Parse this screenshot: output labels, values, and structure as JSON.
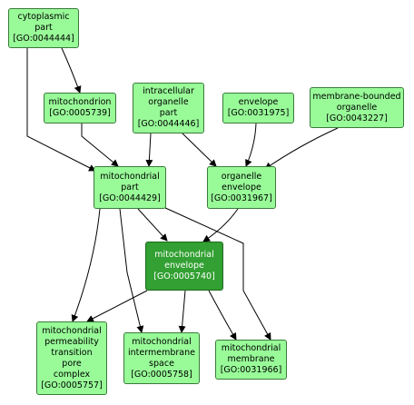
{
  "colors": {
    "node_fill": "#98fb98",
    "node_highlight_fill": "#32a032",
    "node_border": "#3a7a3a",
    "edge": "#000000",
    "highlight_text": "#ffffff"
  },
  "nodes": {
    "cytoplasmic_part": {
      "name": "cytoplasmic\npart",
      "id": "[GO:0044444]"
    },
    "mitochondrion": {
      "name": "mitochondrion",
      "id": "[GO:0005739]"
    },
    "intracellular_organelle_part": {
      "name": "intracellular\norganelle\npart",
      "id": "[GO:0044446]"
    },
    "envelope": {
      "name": "envelope",
      "id": "[GO:0031975]"
    },
    "membrane_bounded_organelle": {
      "name": "membrane-bounded\norganelle",
      "id": "[GO:0043227]"
    },
    "mitochondrial_part": {
      "name": "mitochondrial\npart",
      "id": "[GO:0044429]"
    },
    "organelle_envelope": {
      "name": "organelle\nenvelope",
      "id": "[GO:0031967]"
    },
    "mitochondrial_envelope": {
      "name": "mitochondrial\nenvelope",
      "id": "[GO:0005740]"
    },
    "mitochondrial_permeability_transition_pore_complex": {
      "name": "mitochondrial\npermeability\ntransition\npore\ncomplex",
      "id": "[GO:0005757]"
    },
    "mitochondrial_intermembrane_space": {
      "name": "mitochondrial\nintermembrane\nspace",
      "id": "[GO:0005758]"
    },
    "mitochondrial_membrane": {
      "name": "mitochondrial\nmembrane",
      "id": "[GO:0031966]"
    }
  }
}
